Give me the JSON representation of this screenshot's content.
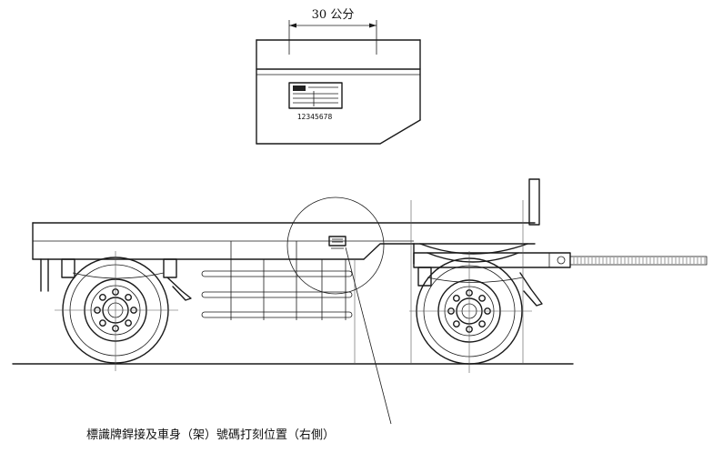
{
  "dimension_label": "30 公分",
  "plate_number": "12345678",
  "caption": "標識牌銲接及車身（架）號碼打刻位置（右側）"
}
